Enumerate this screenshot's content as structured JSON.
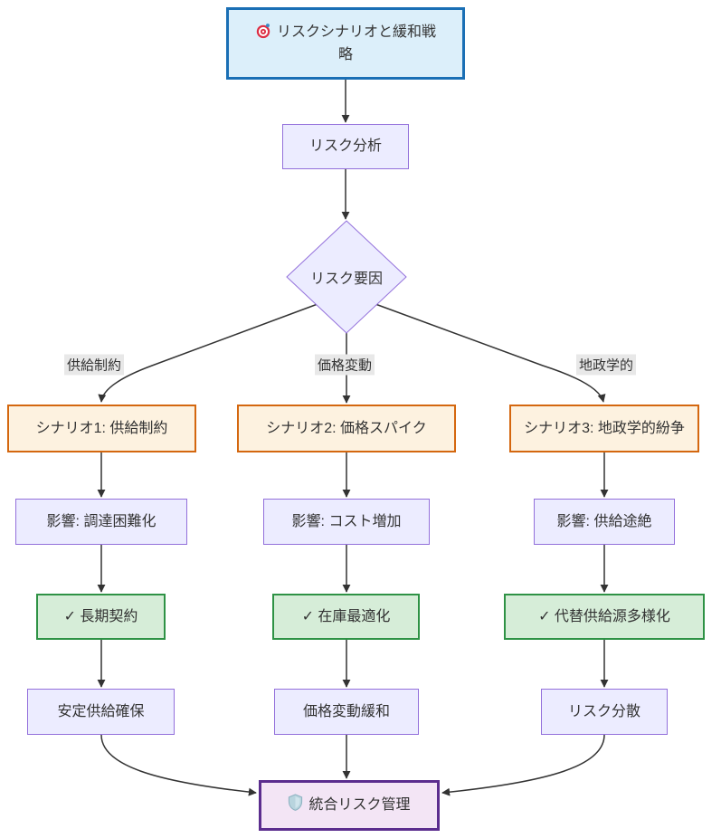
{
  "diagram": {
    "title_node": {
      "label": "リスクシナリオと緩和戦略",
      "icon": "target"
    },
    "risk_analysis": {
      "label": "リスク分析"
    },
    "decision": {
      "label": "リスク要因"
    },
    "edge_labels": [
      {
        "label": "供給制約"
      },
      {
        "label": "価格変動"
      },
      {
        "label": "地政学的"
      }
    ],
    "columns": [
      {
        "scenario": "シナリオ1: 供給制約",
        "impact": "影響: 調達困難化",
        "mitigation": "✓ 長期契約",
        "outcome": "安定供給確保"
      },
      {
        "scenario": "シナリオ2: 価格スパイク",
        "impact": "影響: コスト増加",
        "mitigation": "✓ 在庫最適化",
        "outcome": "価格変動緩和"
      },
      {
        "scenario": "シナリオ3: 地政学的紛争",
        "impact": "影響: 供給途絶",
        "mitigation": "✓ 代替供給源多様化",
        "outcome": "リスク分散"
      }
    ],
    "final_node": {
      "label": "統合リスク管理",
      "icon": "shield"
    },
    "colors": {
      "default_node_fill": "#ECECFF",
      "default_node_border": "#9370DB",
      "title_fill": "#dceffa",
      "title_border": "#1a6fb5",
      "scenario_fill": "#fdf2e0",
      "scenario_border": "#d4670f",
      "mitigation_fill": "#d6edd8",
      "mitigation_border": "#2e9245",
      "final_fill": "#f3e5f5",
      "final_border": "#5b2d8e",
      "edge_line": "#333333",
      "edge_label_bg": "#e8e8e8",
      "text": "#333333"
    }
  }
}
